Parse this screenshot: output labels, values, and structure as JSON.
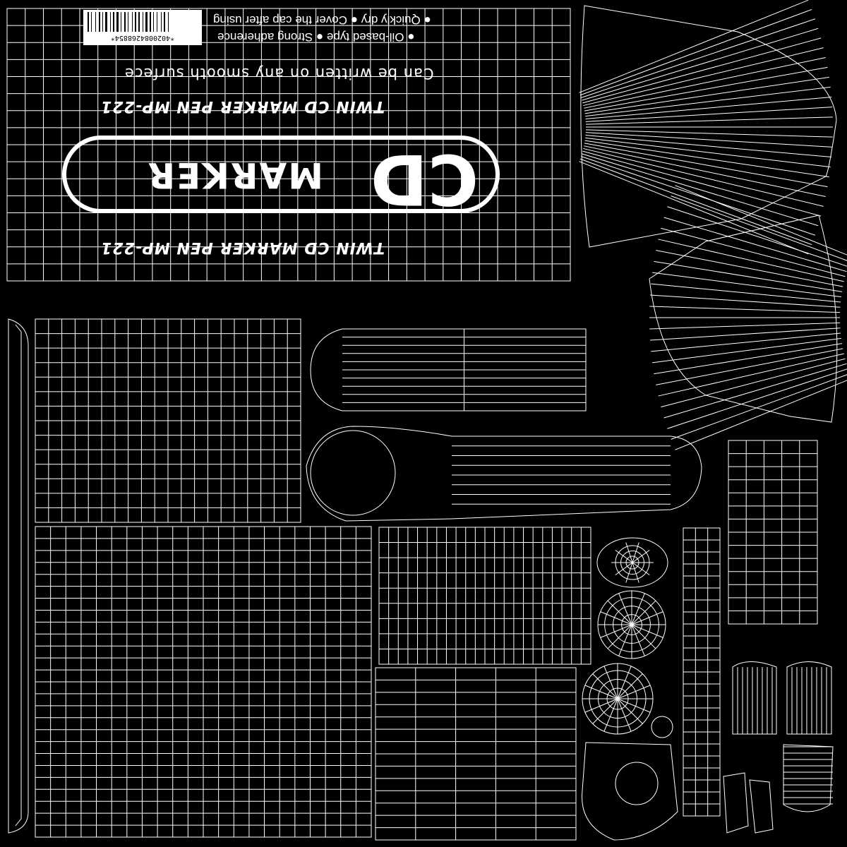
{
  "label": {
    "bullet": "●",
    "line1a": "Quickly dry",
    "line1b": "Cover the cap after using",
    "line2a": "Oil-based type",
    "line2b": "Strong adherence",
    "tagline": "Can be written on any smooth surfece",
    "product_top": "TWIN CD MARKER PEN MP-221",
    "product_bottom": "TWIN CD MARKER PEN MP-221",
    "logo_cd": "CD",
    "logo_word": "MARKER",
    "barcode_number": "*4020084268854*"
  }
}
